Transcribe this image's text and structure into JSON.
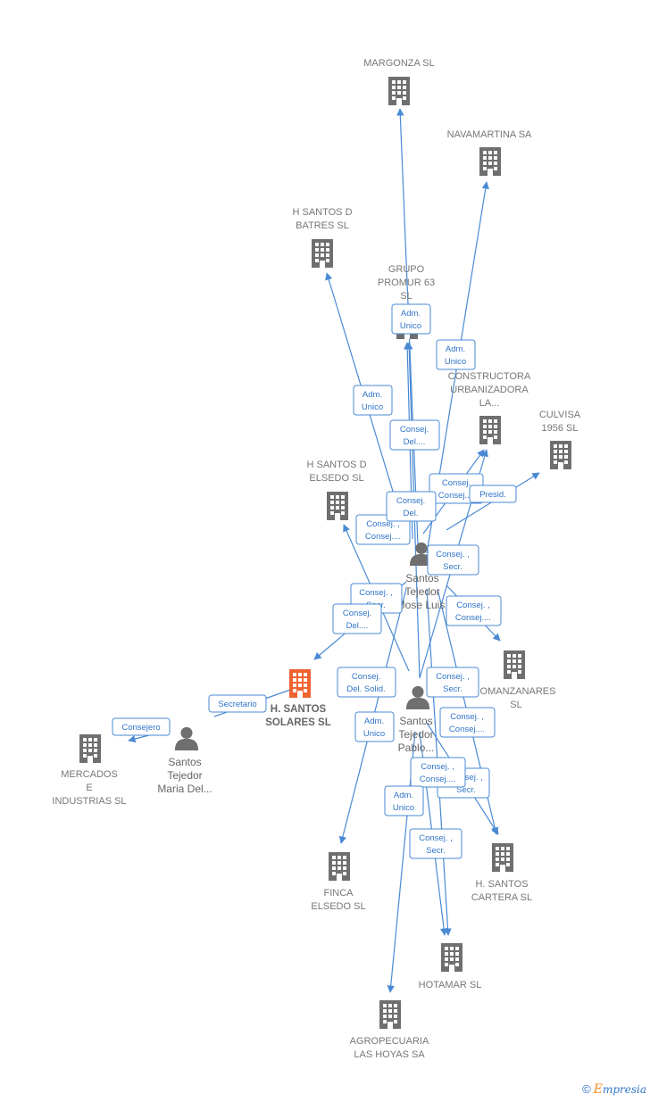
{
  "companies": [
    {
      "id": "margonza",
      "lines": [
        "MARGONZA  SL"
      ],
      "main": false
    },
    {
      "id": "navamartina",
      "lines": [
        "NAVAMARTINA SA"
      ],
      "main": false
    },
    {
      "id": "hsantos-batres",
      "lines": [
        "H SANTOS D",
        "BATRES  SL"
      ],
      "main": false
    },
    {
      "id": "grupo-promur",
      "lines": [
        "GRUPO",
        "PROMUR 63",
        "SL"
      ],
      "main": false
    },
    {
      "id": "constructora",
      "lines": [
        "CONSTRUCTORA",
        "URBANIZADORA",
        "LA..."
      ],
      "main": false
    },
    {
      "id": "culvisa",
      "lines": [
        "CULVISA",
        "1956  SL"
      ],
      "main": false
    },
    {
      "id": "hsantos-elsedo",
      "lines": [
        "H SANTOS D",
        "ELSEDO  SL"
      ],
      "main": false
    },
    {
      "id": "manzanares",
      "lines": [
        "OMANZANARES",
        "SL"
      ],
      "main": false
    },
    {
      "id": "hsantos-solares",
      "lines": [
        "H. SANTOS",
        "SOLARES  SL"
      ],
      "main": true
    },
    {
      "id": "mercados",
      "lines": [
        "MERCADOS",
        "E",
        "INDUSTRIAS SL"
      ],
      "main": false
    },
    {
      "id": "finca-elsedo",
      "lines": [
        "FINCA",
        "ELSEDO  SL"
      ],
      "main": false
    },
    {
      "id": "hsantos-cartera",
      "lines": [
        "H.  SANTOS",
        "CARTERA  SL"
      ],
      "main": false
    },
    {
      "id": "hotamar",
      "lines": [
        "HOTAMAR  SL"
      ],
      "main": false
    },
    {
      "id": "agropecuaria",
      "lines": [
        "AGROPECUARIA",
        "LAS HOYAS SA"
      ],
      "main": false
    }
  ],
  "persons": [
    {
      "id": "jose-luis",
      "lines": [
        "Santos",
        "Tejedor",
        "Jose Luis"
      ]
    },
    {
      "id": "pablo",
      "lines": [
        "Santos",
        "Tejedor",
        "Pablo..."
      ]
    },
    {
      "id": "maria",
      "lines": [
        "Santos",
        "Tejedor",
        "Maria Del..."
      ]
    }
  ],
  "relations": [
    {
      "id": "r1",
      "lines": [
        "Adm.",
        "Unico"
      ]
    },
    {
      "id": "r2",
      "lines": [
        "Adm.",
        "Unico"
      ]
    },
    {
      "id": "r3",
      "lines": [
        "Adm.",
        "Unico"
      ]
    },
    {
      "id": "r4",
      "lines": [
        "Consej.",
        "Del...."
      ]
    },
    {
      "id": "r5",
      "lines": [
        "Consej.",
        "Consej...."
      ]
    },
    {
      "id": "r6",
      "lines": [
        "Presid."
      ]
    },
    {
      "id": "r7",
      "lines": [
        "Consej. ,",
        "Consej...."
      ]
    },
    {
      "id": "r8",
      "lines": [
        "Consej.",
        "Del."
      ]
    },
    {
      "id": "r9",
      "lines": [
        "Consej. ,",
        "Secr."
      ]
    },
    {
      "id": "r10",
      "lines": [
        "Consej. ,",
        "Secr."
      ]
    },
    {
      "id": "r11",
      "lines": [
        "Consej. ,",
        "Consej...."
      ]
    },
    {
      "id": "r12",
      "lines": [
        "Consej.",
        "Del...."
      ]
    },
    {
      "id": "r13",
      "lines": [
        "Consej.",
        "Del. Solid."
      ]
    },
    {
      "id": "r14",
      "lines": [
        "Consej. ,",
        "Secr."
      ]
    },
    {
      "id": "r15",
      "lines": [
        "Secretario"
      ]
    },
    {
      "id": "r16",
      "lines": [
        "Consejero"
      ]
    },
    {
      "id": "r17",
      "lines": [
        "Adm.",
        "Unico"
      ]
    },
    {
      "id": "r18",
      "lines": [
        "Consej. ,",
        "Consej...."
      ]
    },
    {
      "id": "r19",
      "lines": [
        "Consej. ,",
        "Consej...."
      ]
    },
    {
      "id": "r20",
      "lines": [
        "Consej. ,",
        "Secr."
      ]
    },
    {
      "id": "r21",
      "lines": [
        "Adm.",
        "Unico"
      ]
    },
    {
      "id": "r22",
      "lines": [
        "Consej. ,",
        "Secr."
      ]
    }
  ],
  "footer": {
    "copyright": "©",
    "brand_first": "E",
    "brand_rest": "mpresia"
  },
  "colors": {
    "edge": "#4a8ad4",
    "company": "#6f6f6f",
    "main_company": "#f06432",
    "person": "#6f6f6f"
  },
  "icons": {
    "company": "building-icon",
    "person": "person-icon"
  }
}
